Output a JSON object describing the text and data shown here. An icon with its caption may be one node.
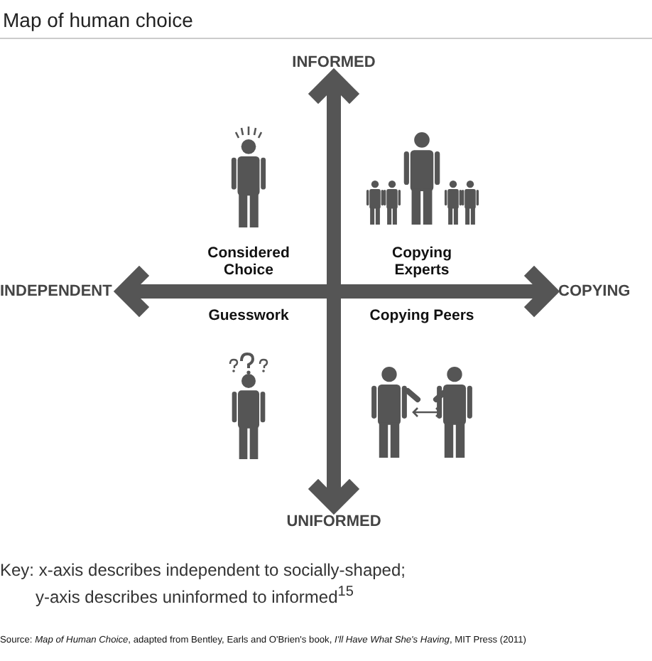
{
  "diagram": {
    "title": "Map of human choice",
    "labels": [
      "INFORMED",
      "INDEPENDENT",
      "COPYING",
      "UNIFORMED",
      "Considered Choice",
      "Copying Experts",
      "Guesswork",
      "Copying Peers",
      "Key: x-axis describes independent to socially-shaped;",
      "y-axis describes uninformed to informed$^{15}$",
      "Source: *Map of Human Choice*, adapted from Bentley, Earls and O'Brien's book, *I'll Have What She's Having*, MIT Press (2011)"
    ]
  }
}
